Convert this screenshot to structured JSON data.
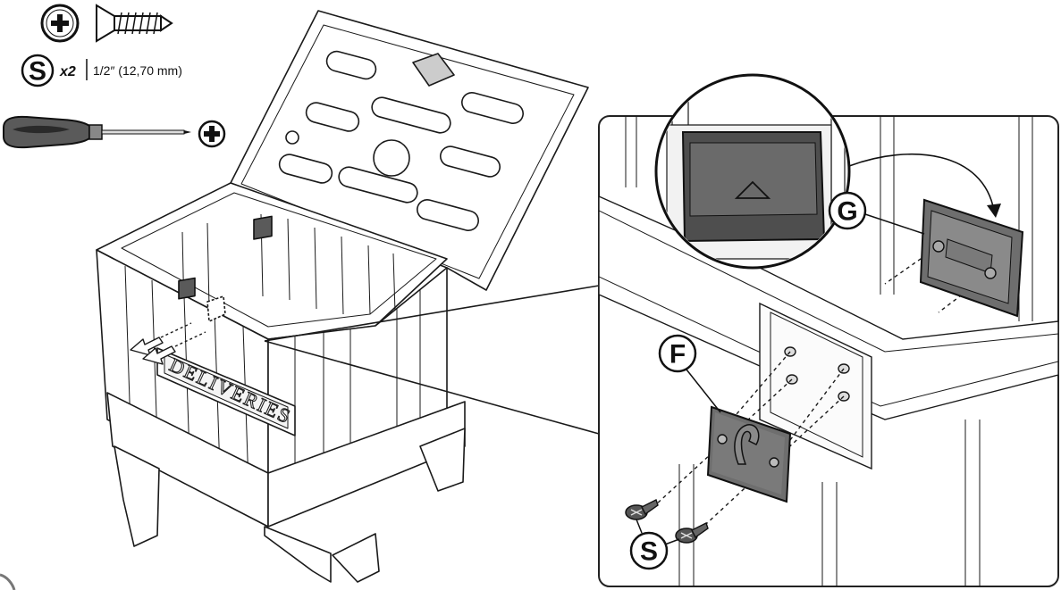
{
  "header": {
    "screw_type_icon": "phillips-head-icon",
    "screw_icon": "flat-head-screw-icon",
    "part_letter": "S",
    "quantity": "x2",
    "size": "1/2″ (12,70 mm)",
    "tool_icon": "screwdriver-icon",
    "tool_bit_icon": "phillips-head-icon"
  },
  "main_box": {
    "embossed_text": "DELIVERIES"
  },
  "detail": {
    "part_g": "G",
    "part_f": "F",
    "screw_label": "S"
  },
  "colors": {
    "line": "#1a1a1a",
    "part_fill": "#6e6e6e",
    "part_dark": "#4a4a4a",
    "panel_border": "#222222",
    "background": "#ffffff"
  }
}
